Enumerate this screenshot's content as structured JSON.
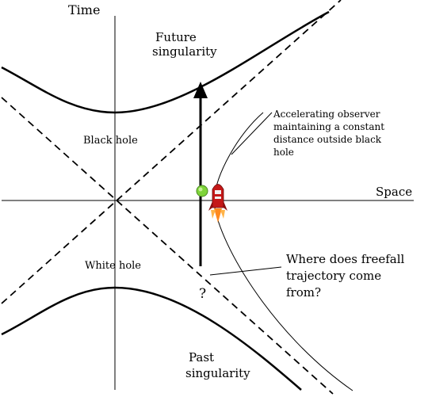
{
  "axes": {
    "time_label": "Time",
    "space_label": "Space"
  },
  "regions": {
    "black_hole": "Black hole",
    "white_hole": "White hole"
  },
  "singularities": {
    "future_line1": "Future",
    "future_line2": "singularity",
    "past_line1": "Past",
    "past_line2": "singularity"
  },
  "observer_note": {
    "line1": "Accelerating observer",
    "line2": "maintaining a constant",
    "line3": "distance outside black",
    "line4": "hole"
  },
  "question_note": {
    "line1": "Where does freefall",
    "line2": "trajectory come",
    "line3": "from?",
    "mark": "?"
  },
  "colors": {
    "ball": "#7fd43a",
    "rocket_body": "#c41818",
    "rocket_flame": "#ff8a1e"
  },
  "icons": {
    "freefall_object": "ball-icon",
    "observer": "rocket-icon"
  }
}
